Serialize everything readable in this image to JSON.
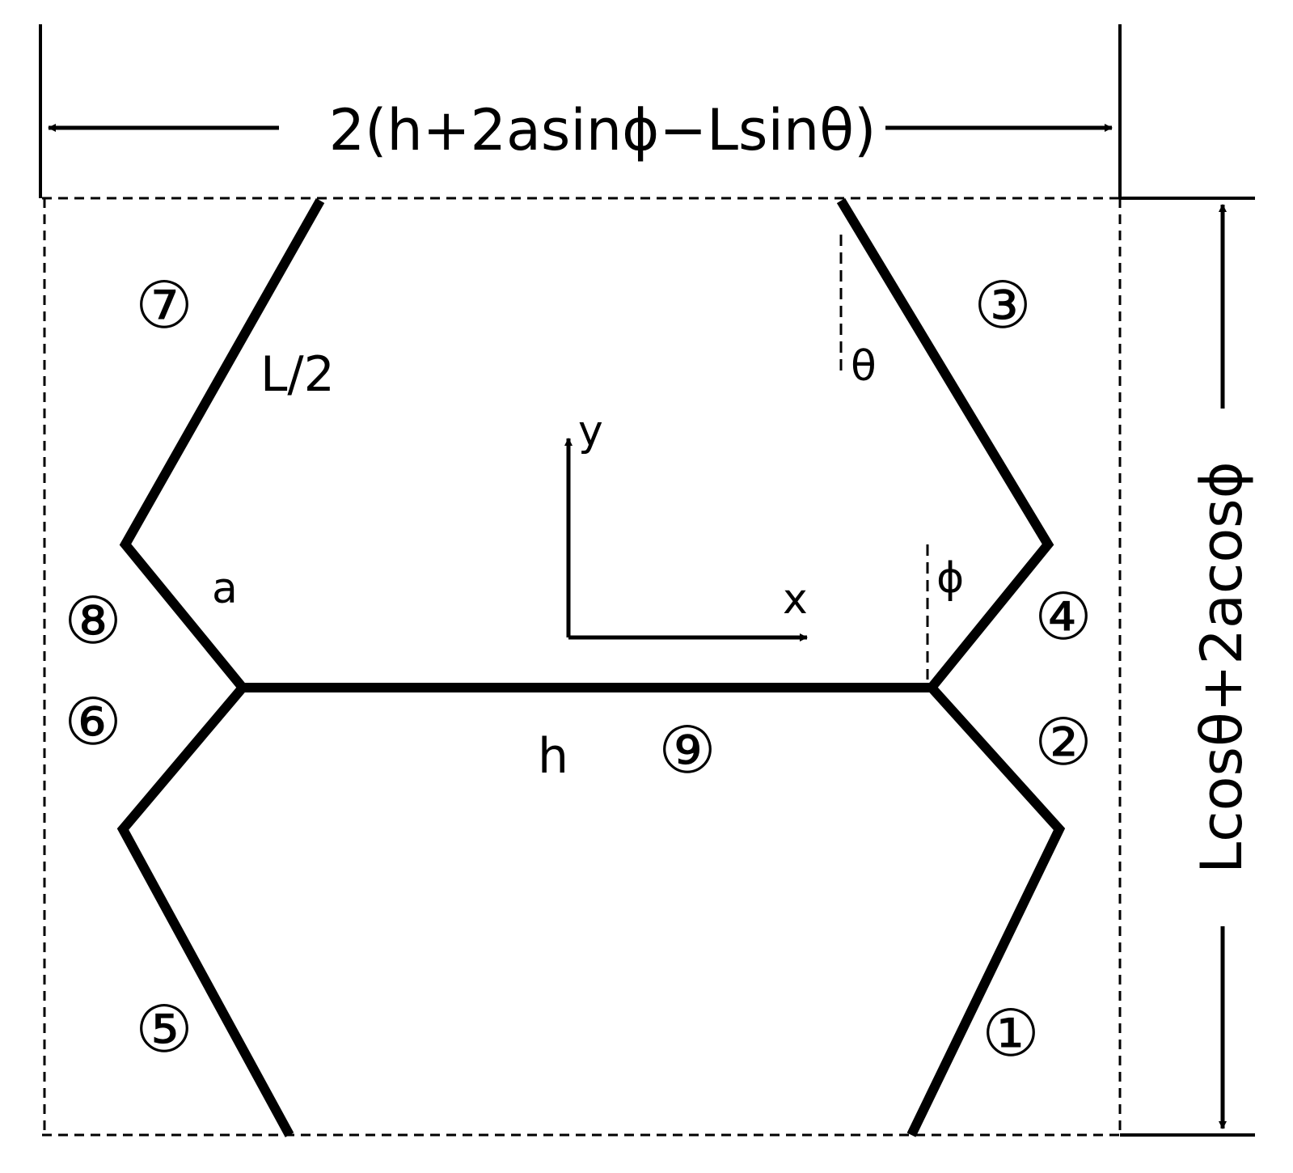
{
  "labels": {
    "width_dimension": "2(h+2asinϕ−Lsinθ)",
    "height_dimension": "Lcosθ+2acosϕ",
    "half_length": "L/2",
    "theta": "θ",
    "phi": "ϕ",
    "a": "a",
    "h": "h",
    "x_axis": "x",
    "y_axis": "y"
  },
  "members": [
    "①",
    "②",
    "③",
    "④",
    "⑤",
    "⑥",
    "⑦",
    "⑧",
    "⑨"
  ],
  "colors": {
    "stroke": "#000000",
    "background": "#ffffff"
  }
}
